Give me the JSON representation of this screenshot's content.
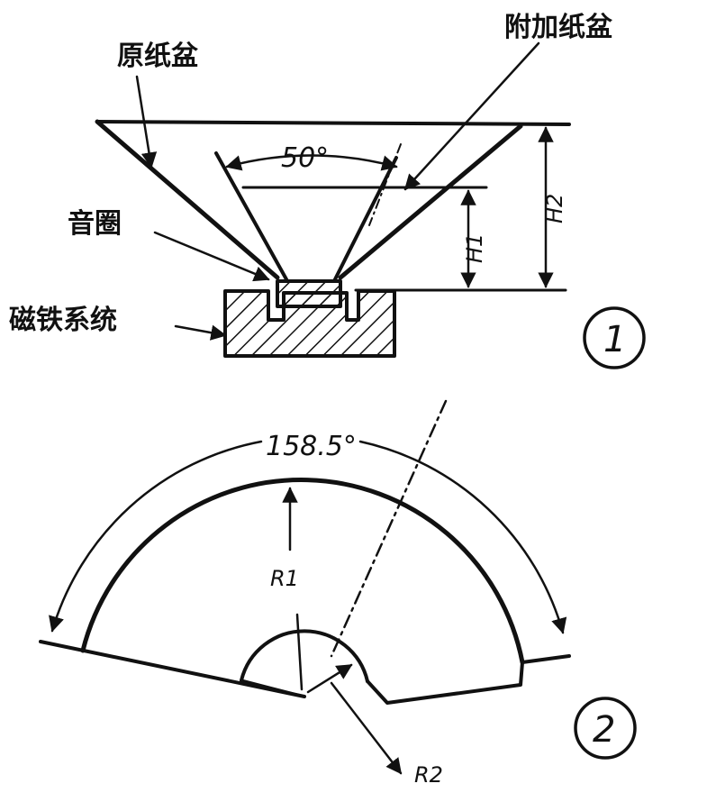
{
  "figure1": {
    "labels": {
      "original_cone": "原纸盆",
      "extra_cone": "附加纸盆",
      "voice_coil": "音圈",
      "magnet_system": "磁铁系统",
      "angle": "50°",
      "h1": "H1",
      "h2": "H2",
      "number": "1"
    }
  },
  "figure2": {
    "labels": {
      "angle": "158.5°",
      "r1": "R1",
      "r2": "R2",
      "number": "2"
    }
  },
  "colors": {
    "ink": "#111111",
    "paper": "#ffffff"
  }
}
